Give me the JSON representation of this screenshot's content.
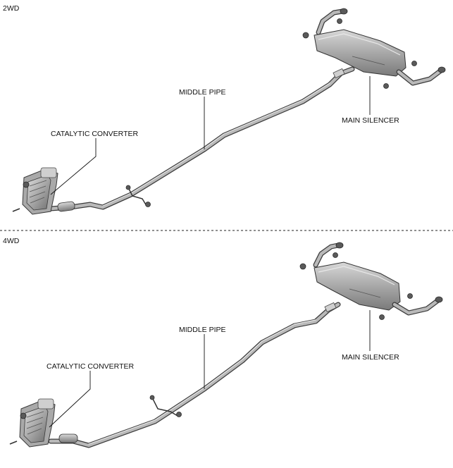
{
  "sections": [
    {
      "heading": "2WD",
      "labels": {
        "catalytic_converter": "CATALYTIC CONVERTER",
        "middle_pipe": "MIDDLE PIPE",
        "main_silencer": "MAIN SILENCER"
      }
    },
    {
      "heading": "4WD",
      "labels": {
        "catalytic_converter": "CATALYTIC CONVERTER",
        "middle_pipe": "MIDDLE PIPE",
        "main_silencer": "MAIN SILENCER"
      }
    }
  ]
}
